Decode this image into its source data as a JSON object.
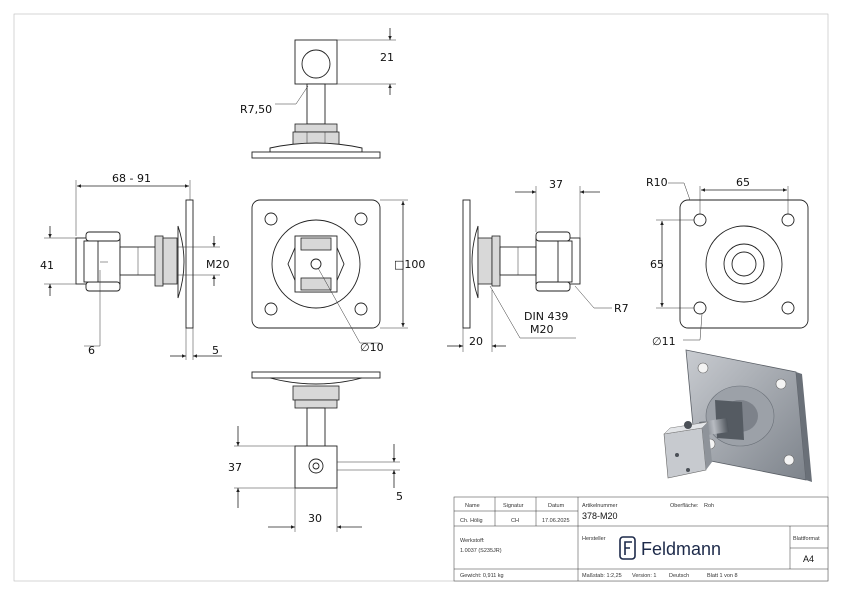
{
  "dimensions": {
    "top_height": "21",
    "top_radius": "R7,50",
    "left_width": "68 - 91",
    "left_height": "41",
    "left_thread": "M20",
    "left_six": "6",
    "left_five": "5",
    "plate_size": "□100",
    "hole_dia": "∅10",
    "right_width": "37",
    "right_radius": "R7",
    "right_din": "DIN 439",
    "right_m20": "M20",
    "right_twenty": "20",
    "plate_r10": "R10",
    "plate_65_h": "65",
    "plate_65_v": "65",
    "plate_d11": "∅11",
    "bottom_37": "37",
    "bottom_5": "5",
    "bottom_30": "30"
  },
  "title_block": {
    "h_name": "Name",
    "h_signatur": "Signatur",
    "h_datum": "Datum",
    "v_name": "Ch. Hölig",
    "v_signatur": "CH",
    "v_datum": "17.06.2025",
    "l_artikel": "Artikelnummer",
    "v_artikel": "378-M20",
    "l_oberflaeche": "Oberfläche:",
    "v_oberflaeche": "Roh",
    "l_werkstoff": "Werkstoff:",
    "v_werkstoff": "1.0037 (S235JR)",
    "l_hersteller": "Hersteller",
    "brand": "Feldmann",
    "l_blattformat": "Blattformat",
    "v_blattformat": "A4",
    "gewicht": "Gewicht: 0,911 kg",
    "massstab": "Maßstab: 1:2,25",
    "version": "Version: 1",
    "sprache": "Deutsch",
    "blatt": "Blatt 1 von 8"
  },
  "colors": {
    "brand": "#1d2a4a",
    "line": "#222222",
    "render_steel": "#8a8f96"
  }
}
